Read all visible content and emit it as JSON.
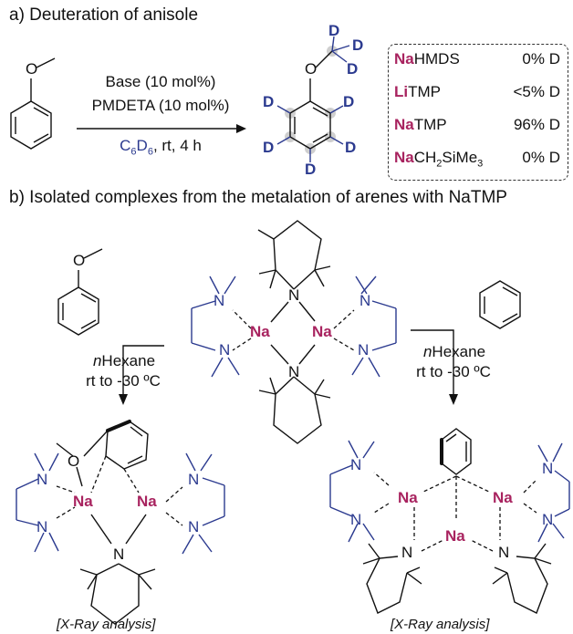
{
  "section_a": {
    "title": "a) Deuteration of anisole",
    "conditions": {
      "line1": "Base (10 mol%)",
      "line2": "PMDETA (10 mol%)",
      "solvent_c": "C",
      "solvent_sub1": "6",
      "solvent_d": "D",
      "solvent_sub2": "6",
      "solvent_rest": ", rt, 4 h"
    },
    "atoms": {
      "O": "O",
      "D": "D"
    },
    "results": [
      {
        "metal": "Na",
        "rest": "HMDS",
        "value": "0% D"
      },
      {
        "metal": "Li",
        "rest": "TMP",
        "value": "<5% D"
      },
      {
        "metal": "Na",
        "rest": "TMP",
        "value": "96% D"
      },
      {
        "metal": "Na",
        "rest_pre": "CH",
        "sub1": "2",
        "rest_mid": "SiMe",
        "sub2": "3",
        "value": "0% D"
      }
    ]
  },
  "section_b": {
    "title": "b) Isolated complexes from the metalation of arenes with NaTMP",
    "left_conditions": {
      "solvent_italic": "n",
      "solvent": "Hexane",
      "temp": "rt to -30 ºC"
    },
    "right_conditions": {
      "solvent_italic": "n",
      "solvent": "Hexane",
      "temp": "rt to -30 ºC"
    },
    "atoms": {
      "Na": "Na",
      "N": "N",
      "O": "O"
    },
    "xray_left": "[X-Ray analysis]",
    "xray_right": "[X-Ray analysis]"
  }
}
